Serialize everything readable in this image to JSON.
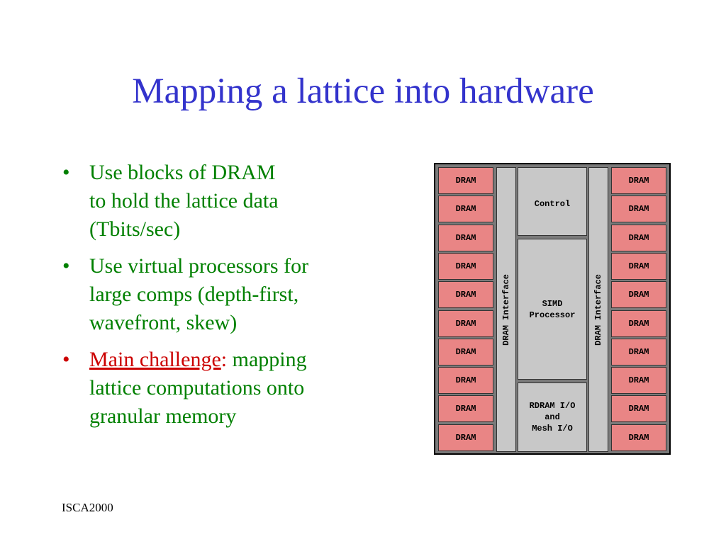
{
  "slide": {
    "title": "Mapping a lattice into hardware",
    "footer": "ISCA2000"
  },
  "bullets": [
    {
      "marker": "•",
      "lines": [
        "Use blocks of DRAM",
        "to hold the lattice data",
        "(Tbits/sec)"
      ]
    },
    {
      "marker": "•",
      "lines": [
        "Use virtual processors for",
        "large comps (depth-first,",
        "wavefront, skew)"
      ]
    },
    {
      "marker": "•",
      "highlight": "Main challenge",
      "colon": ":",
      "rest_first": " mapping",
      "lines_after": [
        "lattice computations onto",
        "granular memory"
      ]
    }
  ],
  "diagram": {
    "dram_label": "DRAM",
    "left_interface": "DRAM Interface",
    "right_interface": "DRAM Interface",
    "control": "Control",
    "simd": [
      "SIMD",
      "Processor"
    ],
    "io": [
      "RDRAM I/O",
      "and",
      "Mesh I/O"
    ],
    "colors": {
      "dram_fill": "#e98585",
      "block_fill": "#c8c8c8",
      "background": "#7a7a7a"
    }
  }
}
